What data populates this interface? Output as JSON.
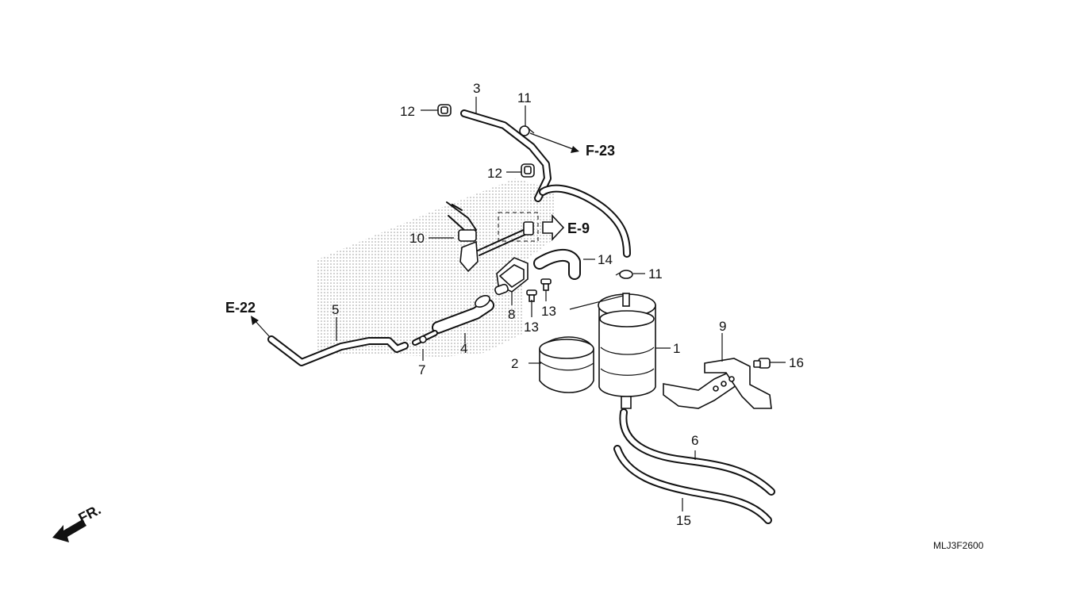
{
  "callouts": {
    "c1": "1",
    "c2": "2",
    "c3": "3",
    "c4": "4",
    "c5": "5",
    "c6": "6",
    "c7": "7",
    "c8": "8",
    "c9": "9",
    "c10": "10",
    "c11a": "11",
    "c11b": "11",
    "c12a": "12",
    "c12b": "12",
    "c13a": "13",
    "c13b": "13",
    "c14": "14",
    "c15": "15",
    "c16": "16"
  },
  "references": {
    "f23": "F-23",
    "e9": "E-9",
    "e22": "E-22"
  },
  "orientation": {
    "front": "FR."
  },
  "diagram_code": "MLJ3F2600"
}
